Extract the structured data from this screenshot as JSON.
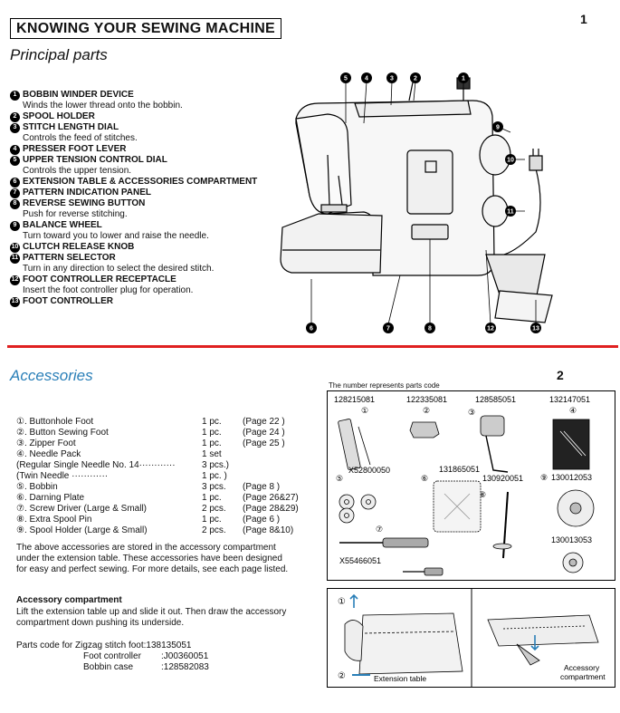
{
  "page1": {
    "number": "1",
    "section_title": "KNOWING YOUR SEWING MACHINE",
    "heading": "Principal parts",
    "parts": [
      {
        "num": "1",
        "name": "BOBBIN WINDER DEVICE",
        "desc": "Winds the lower thread onto the bobbin."
      },
      {
        "num": "2",
        "name": "SPOOL HOLDER",
        "desc": ""
      },
      {
        "num": "3",
        "name": "STITCH LENGTH DIAL",
        "desc": "Controls the feed of stitches."
      },
      {
        "num": "4",
        "name": "PRESSER FOOT LEVER",
        "desc": ""
      },
      {
        "num": "5",
        "name": "UPPER TENSION CONTROL DIAL",
        "desc": "Controls the upper tension."
      },
      {
        "num": "6",
        "name": "EXTENSION TABLE & ACCESSORIES COMPARTMENT",
        "desc": ""
      },
      {
        "num": "7",
        "name": "PATTERN INDICATION PANEL",
        "desc": ""
      },
      {
        "num": "8",
        "name": "REVERSE SEWING BUTTON",
        "desc": "Push for reverse stitching."
      },
      {
        "num": "9",
        "name": "BALANCE WHEEL",
        "desc": "Turn toward you to lower and raise the needle."
      },
      {
        "num": "10",
        "name": "CLUTCH RELEASE KNOB",
        "desc": ""
      },
      {
        "num": "11",
        "name": "PATTERN SELECTOR",
        "desc": "Turn in any direction to select the desired stitch."
      },
      {
        "num": "12",
        "name": "FOOT CONTROLLER RECEPTACLE",
        "desc": "Insert the foot controller plug for operation."
      },
      {
        "num": "13",
        "name": "FOOT CONTROLLER",
        "desc": ""
      }
    ],
    "figure_callouts": [
      "5",
      "4",
      "3",
      "2",
      "1",
      "9",
      "10",
      "11",
      "6",
      "7",
      "8",
      "12",
      "13"
    ]
  },
  "page2": {
    "number": "2",
    "heading": "Accessories",
    "accessories": [
      {
        "name": "①. Buttonhole Foot",
        "qty": "1 pc.",
        "page": "(Page   22 )"
      },
      {
        "name": "②. Button Sewing Foot",
        "qty": "1 pc.",
        "page": "(Page   24 )"
      },
      {
        "name": "③. Zipper Foot",
        "qty": "1 pc.",
        "page": "(Page   25 )"
      },
      {
        "name": "④. Needle Pack",
        "qty": "1 set",
        "page": ""
      },
      {
        "name": "   (Regular Single Needle No. 14············",
        "qty": "3 pcs.)",
        "page": ""
      },
      {
        "name": "   (Twin Needle              ············",
        "qty": "1 pc. )",
        "page": ""
      },
      {
        "name": "⑤. Bobbin",
        "qty": "3 pcs.",
        "page": "(Page    8  )"
      },
      {
        "name": "⑥. Darning Plate",
        "qty": "1 pc.",
        "page": "(Page 26&27)"
      },
      {
        "name": "⑦. Screw Driver (Large & Small)",
        "qty": "2 pcs.",
        "page": "(Page 28&29)"
      },
      {
        "name": "⑧. Extra Spool Pin",
        "qty": "1 pc.",
        "page": "(Page    6  )"
      },
      {
        "name": "⑨. Spool Holder (Large & Small)",
        "qty": "2 pcs.",
        "page": "(Page   8&10)"
      }
    ],
    "note": "The above accessories are stored in the accessory compartment under the extension table. These accessories have been designed for easy and perfect sewing. For more details, see each page listed.",
    "compartment_heading": "Accessory compartment",
    "compartment_text": "Lift the extension table up and slide it out. Then draw the accessory compartment down pushing its underside.",
    "codes_intro": "Parts code for Zigzag stitch foot:138135051",
    "code_foot_label": "Foot controller",
    "code_foot_value": ":J00360051",
    "code_bobbin_label": "Bobbin case",
    "code_bobbin_value": ":128582083",
    "parts_code_note": "The number represents parts code",
    "codes_top": [
      "128215081",
      "122335081",
      "128585051",
      "132147051"
    ],
    "codes_mid": [
      "X52800050",
      "131865051",
      "130920051",
      "130012053"
    ],
    "code_spool_small": "130013053",
    "code_screwdriver": "X55466051",
    "figure_markers": [
      "①",
      "②",
      "③",
      "④",
      "⑤",
      "⑥",
      "⑦",
      "⑧",
      "⑨"
    ],
    "compartment_figure": {
      "step1": "①",
      "step2": "②",
      "extension_table_label": "Extension table",
      "accessory_label_1": "Accessory",
      "accessory_label_2": "compartment"
    }
  }
}
